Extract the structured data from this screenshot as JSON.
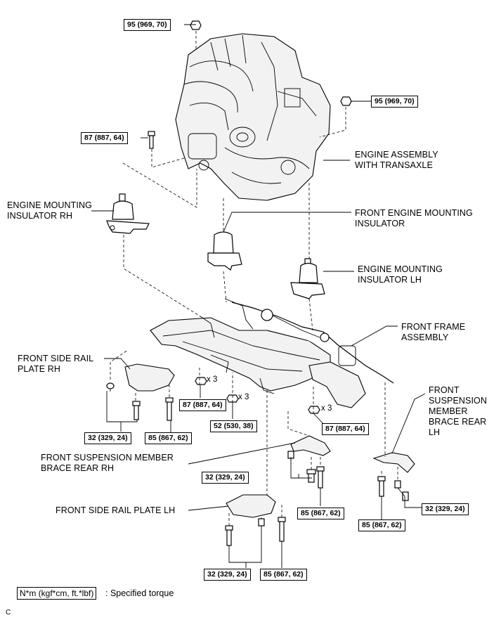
{
  "callouts": {
    "engine_assembly": [
      "ENGINE ASSEMBLY",
      "WITH TRANSAXLE"
    ],
    "engine_mount_rh": [
      "ENGINE MOUNTING",
      "INSULATOR RH"
    ],
    "front_engine_mount": [
      "FRONT ENGINE MOUNTING",
      "INSULATOR"
    ],
    "engine_mount_lh": [
      "ENGINE MOUNTING",
      "INSULATOR LH"
    ],
    "front_frame": [
      "FRONT FRAME",
      "ASSEMBLY"
    ],
    "front_side_rail_rh": [
      "FRONT SIDE RAIL",
      "PLATE RH"
    ],
    "front_susp_brace_lh": [
      "FRONT",
      "SUSPENSION",
      "MEMBER",
      "BRACE REAR",
      "LH"
    ],
    "front_susp_brace_rh": [
      "FRONT SUSPENSION MEMBER",
      "BRACE REAR RH"
    ],
    "front_side_rail_lh": [
      "FRONT SIDE RAIL PLATE LH"
    ]
  },
  "torques": {
    "t_top_nut": "95 (969, 70)",
    "t_right_nut": "95 (969, 70)",
    "t_left_bolt": "87 (887, 64)",
    "t_frame_nut_center": "87 (887, 64)",
    "t_frame_nut_52": "52 (530, 38)",
    "t_frame_nut_right": "87 (887, 64)",
    "t_rail_rh_bolt32": "32 (329, 24)",
    "t_rail_rh_bolt85": "85 (867, 62)",
    "t_brace_rh_bolt32": "32 (329, 24)",
    "t_brace_rh_bolt85": "85 (867, 62)",
    "t_brace_lh_bolt85": "85 (867, 62)",
    "t_brace_lh_bolt32": "32 (329, 24)",
    "t_rail_lh_bolt32": "32 (329, 24)",
    "t_rail_lh_bolt85": "85 (867, 62)"
  },
  "multipliers": {
    "m1": "x 3",
    "m2": "x 3",
    "m3": "x 3"
  },
  "legend": {
    "unit_box": "N*m (kgf*cm, ft.*lbf)",
    "description": ": Specified torque"
  },
  "corner_mark": "C"
}
